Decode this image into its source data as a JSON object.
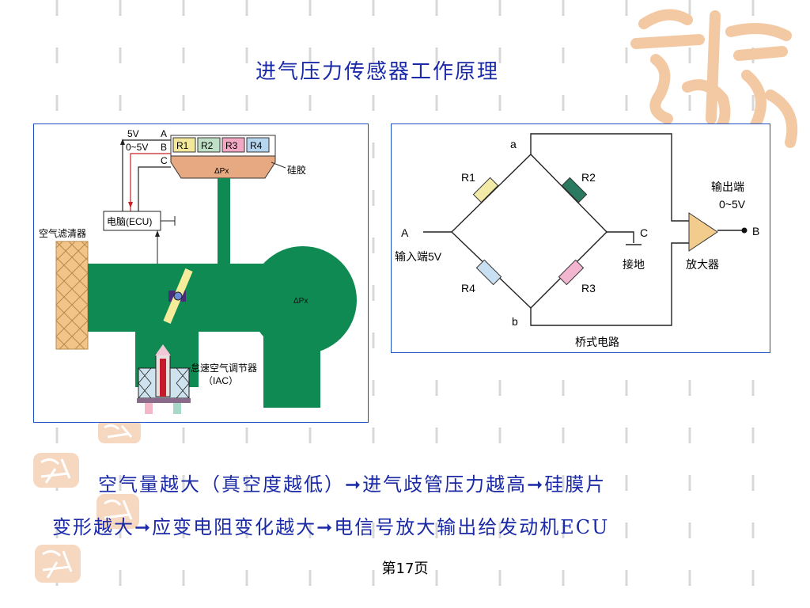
{
  "slide": {
    "title": "进气压力传感器工作原理",
    "body_line1": "空气量越大（真空度越低）➞进气歧管压力越高➞硅膜片",
    "body_line2": "变形越大➞应变电阻变化越大➞电信号放大输出给发动机ECU",
    "page_number": "第17页"
  },
  "left_diagram": {
    "label_5v": "5V",
    "label_a": "A",
    "label_range": "0~5V",
    "label_b": "B",
    "label_c": "C",
    "resistors": [
      "R1",
      "R2",
      "R3",
      "R4"
    ],
    "label_delta_px": "ΔPx",
    "label_silicone": "硅胶",
    "label_ecu": "电脑(ECU)",
    "label_air_filter": "空气滤清器",
    "label_delta_px_chamber": "ΔPx",
    "label_iac_line1": "怠速空气调节器",
    "label_iac_line2": "（IAC）"
  },
  "right_diagram": {
    "node_a": "a",
    "node_b": "b",
    "label_r1": "R1",
    "label_r2": "R2",
    "label_r3": "R3",
    "label_r4": "R4",
    "label_input_a": "A",
    "label_input": "输入端5V",
    "label_ground_c": "C",
    "label_ground": "接地",
    "label_output": "输出端",
    "label_output_range": "0~5V",
    "label_output_b": "B",
    "label_amplifier": "放大器",
    "label_bridge": "桥式电路"
  },
  "colors": {
    "title_blue": "#1b2aa6",
    "panel_border": "#1d4fc4",
    "duct_green": "#0e8a52",
    "watermark_orange": "#f3c9a3"
  }
}
